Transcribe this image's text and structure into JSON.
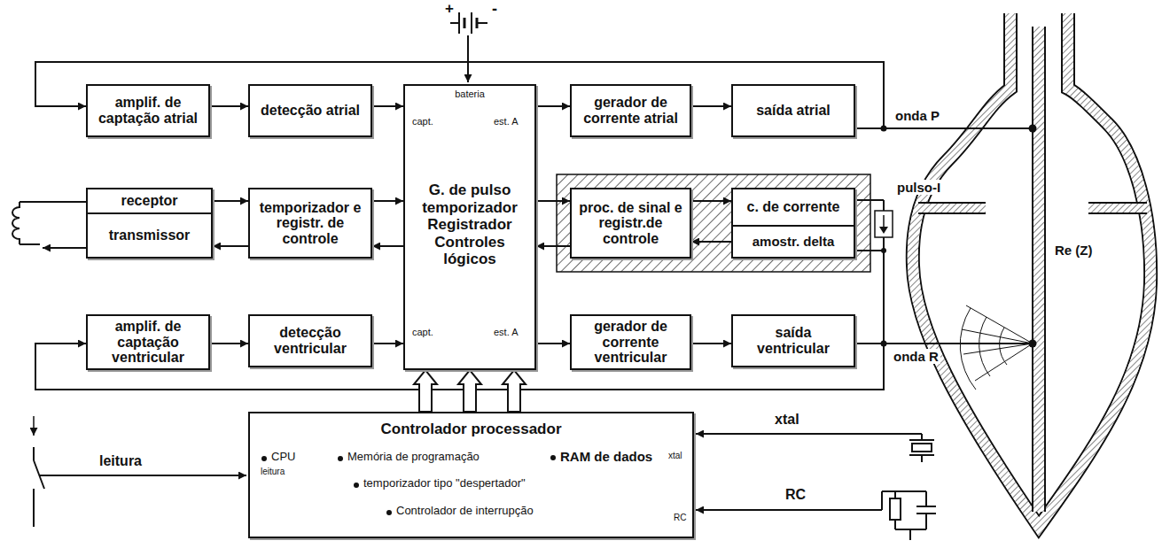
{
  "diagram": {
    "nodes": [
      {
        "text": [
          "amplif. de captação atrial"
        ]
      },
      {
        "text": [
          "detecção atrial"
        ]
      },
      {
        "text": [
          "bateria",
          "capt.",
          "est. A",
          "G. de pulso temporizador Registrador Controles lógicos",
          "capt.",
          "est. A"
        ]
      },
      {
        "text": [
          "gerador de corrente atrial"
        ]
      },
      {
        "text": [
          "saída atrial"
        ]
      },
      {
        "text": [
          "receptor"
        ]
      },
      {
        "text": [
          "transmissor"
        ]
      },
      {
        "text": [
          "temporizador e registr. de controle"
        ]
      },
      {
        "text": [
          "proc. de sinal e registr.de controle"
        ]
      },
      {
        "text": [
          "c. de corrente"
        ]
      },
      {
        "text": [
          "amostr. delta"
        ]
      },
      {
        "text": [
          "amplif. de captação ventricular"
        ]
      },
      {
        "text": [
          "detecção ventricular"
        ]
      },
      {
        "text": [
          "gerador de corrente ventricular"
        ]
      },
      {
        "text": [
          "saída ventricular"
        ]
      },
      {
        "text": [
          "Controlador processador",
          "CPU",
          "leitura",
          "Memória de programação",
          "RAM de dados",
          "temporizador tipo \"despertador\"",
          "Controlador de interrupção",
          "xtal",
          "RC"
        ]
      }
    ],
    "edges": [
      {
        "from": 0,
        "to": 1,
        "arrow": "to"
      },
      {
        "from": 1,
        "to": 2,
        "arrow": "to"
      },
      {
        "from": 2,
        "to": 3,
        "arrow": "to"
      },
      {
        "from": 3,
        "to": 4,
        "arrow": "to"
      },
      {
        "from": 4,
        "to": 0,
        "arrow": "to"
      },
      {
        "from": 5,
        "to": 7,
        "arrow": "to"
      },
      {
        "from": 7,
        "to": 2,
        "arrow": "to"
      },
      {
        "from": 2,
        "to": 7,
        "arrow": "to"
      },
      {
        "from": 7,
        "to": 6,
        "arrow": "to"
      },
      {
        "from": 2,
        "to": 8,
        "arrow": "to"
      },
      {
        "from": 8,
        "to": 2,
        "arrow": "to"
      },
      {
        "from": 8,
        "to": 9,
        "arrow": "to"
      },
      {
        "from": 10,
        "to": 8,
        "arrow": "to"
      },
      {
        "from": 11,
        "to": 12,
        "arrow": "to"
      },
      {
        "from": 12,
        "to": 2,
        "arrow": "to"
      },
      {
        "from": 2,
        "to": 13,
        "arrow": "to"
      },
      {
        "from": 13,
        "to": 14,
        "arrow": "to"
      },
      {
        "from": 14,
        "to": 11,
        "arrow": "to"
      },
      {
        "from": 15,
        "to": 2,
        "arrow": "to"
      },
      {
        "from": 15,
        "to": 2,
        "arrow": "to"
      },
      {
        "from": 15,
        "to": 2,
        "arrow": "to"
      }
    ],
    "labels": [
      "+",
      "-",
      "onda P",
      "pulso-I",
      "Re (Z)",
      "onda R",
      "leitura",
      "xtal",
      "RC"
    ]
  }
}
